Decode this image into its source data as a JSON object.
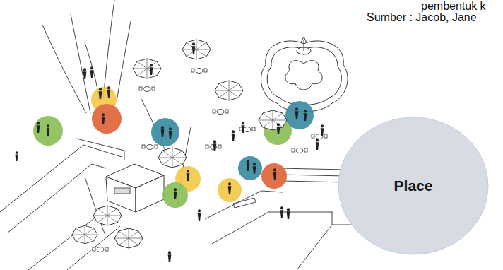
{
  "diagram": {
    "nodes": [
      {
        "text": [
          "Place"
        ]
      }
    ],
    "labels": [
      "pembentuk k",
      "Sumber : Jacob, Jane"
    ]
  }
}
